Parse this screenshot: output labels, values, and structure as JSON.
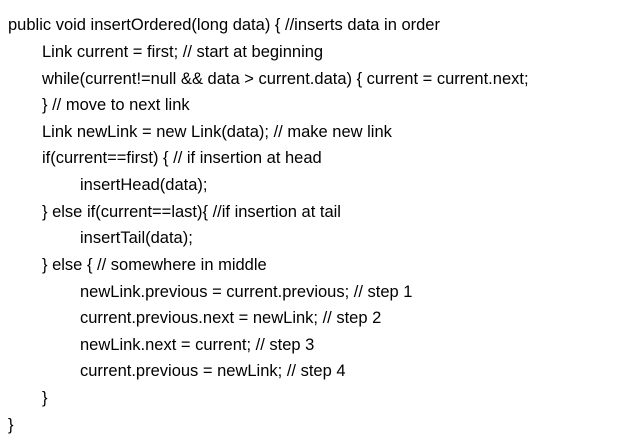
{
  "code_lines": [
    "public void insertOrdered(long data) { //inserts data in order",
    "Link current = first; // start at beginning",
    "while(current!=null && data > current.data) { current = current.next;",
    "} // move to next link",
    "Link newLink = new Link(data); // make new link",
    "if(current==first) { // if insertion at head",
    "insertHead(data);",
    "} else if(current==last){ //if insertion at tail",
    "insertTail(data);",
    "} else { // somewhere in middle",
    "newLink.previous = current.previous; // step 1",
    "current.previous.next = newLink; // step 2",
    "newLink.next = current; // step 3",
    "current.previous = newLink; // step 4",
    "}",
    "}"
  ]
}
